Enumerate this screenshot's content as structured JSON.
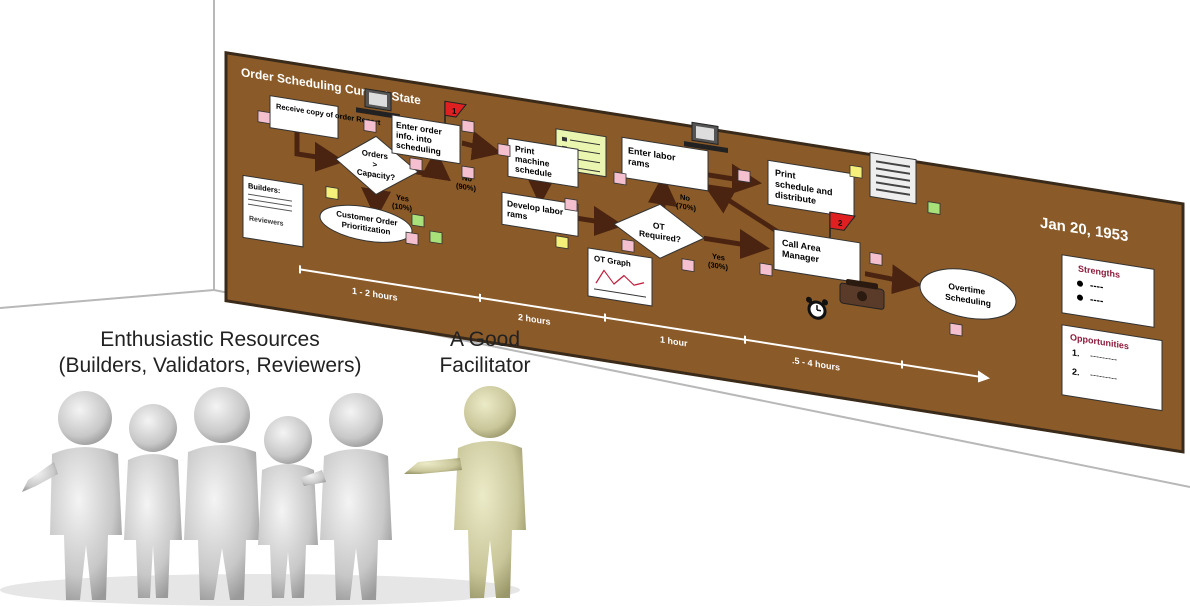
{
  "board": {
    "title": "Order Scheduling Current State",
    "date": "Jan 20, 1953",
    "colors": {
      "board": "#8a5a28",
      "arrow": "#4a2410",
      "sticky_pink": "#f4c0d0",
      "sticky_yellow": "#f4f07a",
      "sticky_green": "#a8e07a",
      "flag_red": "#e02020"
    }
  },
  "steps": {
    "receive": "Receive copy of order Report",
    "enter_order": [
      "Enter order",
      "info. into",
      "scheduling"
    ],
    "orders_capacity": [
      "Orders",
      ">",
      "Capacity?"
    ],
    "yes_10": [
      "Yes",
      "(10%)"
    ],
    "no_90": [
      "No",
      "(90%)"
    ],
    "customer_order": [
      "Customer Order",
      "Prioritization"
    ],
    "builders_label": "Builders:",
    "reviewers_label": "Reviewers",
    "print_machine": [
      "Print",
      "machine",
      "schedule"
    ],
    "develop_labor": [
      "Develop labor",
      "rams"
    ],
    "ot_required": [
      "OT",
      "Required?"
    ],
    "ot_graph": "OT Graph",
    "enter_labor": [
      "Enter labor",
      "rams"
    ],
    "no_70": [
      "No",
      "(70%)"
    ],
    "yes_30": [
      "Yes",
      "(30%)"
    ],
    "print_schedule": [
      "Print",
      "schedule and",
      "distribute"
    ],
    "call_area": [
      "Call Area",
      "Manager"
    ],
    "overtime": [
      "Overtime",
      "Scheduling"
    ],
    "flag1": "1",
    "flag2": "2"
  },
  "timeline": [
    "1 - 2 hours",
    "2 hours",
    "1 hour",
    ".5 - 4  hours"
  ],
  "strengths": {
    "title": "Strengths",
    "items": [
      "----",
      "----"
    ]
  },
  "opportunities": {
    "title": "Opportunities",
    "items": [
      "1.",
      "2."
    ],
    "dashes": [
      "---------",
      "---------"
    ]
  },
  "captions": {
    "resources": [
      "Enthusiastic Resources",
      "(Builders, Validators, Reviewers)"
    ],
    "facilitator": [
      "A Good",
      "Facilitator"
    ]
  }
}
